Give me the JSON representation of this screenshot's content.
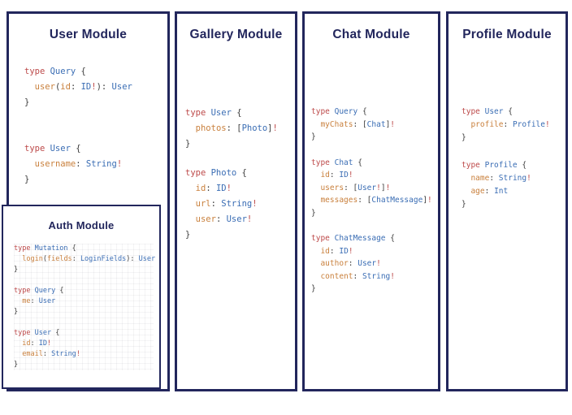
{
  "colors": {
    "frame_navy": "#22265c",
    "keyword_red": "#bd4a4a",
    "type_blue": "#3a6db4",
    "field_orange": "#c9803d",
    "punct_gray": "#3d3d3d",
    "background": "#ffffff"
  },
  "modules": [
    {
      "title": "User Module",
      "blocks": [
        [
          [
            [
              "k",
              "type "
            ],
            [
              "t",
              "Query "
            ],
            [
              "p",
              "{"
            ]
          ],
          [
            [
              "p",
              "  "
            ],
            [
              "f",
              "user"
            ],
            [
              "p",
              "("
            ],
            [
              "f",
              "id"
            ],
            [
              "p",
              ": "
            ],
            [
              "t",
              "ID"
            ],
            [
              "k",
              "!"
            ],
            [
              "p",
              "): "
            ],
            [
              "t",
              "User"
            ]
          ],
          [
            [
              "p",
              "}"
            ]
          ]
        ],
        [
          [
            [
              "k",
              "type "
            ],
            [
              "t",
              "User "
            ],
            [
              "p",
              "{"
            ]
          ],
          [
            [
              "p",
              "  "
            ],
            [
              "f",
              "username"
            ],
            [
              "p",
              ": "
            ],
            [
              "t",
              "String"
            ],
            [
              "k",
              "!"
            ]
          ],
          [
            [
              "p",
              "}"
            ]
          ]
        ]
      ]
    },
    {
      "title": "Gallery Module",
      "blocks": [
        [
          [
            [
              "k",
              "type "
            ],
            [
              "t",
              "User "
            ],
            [
              "p",
              "{"
            ]
          ],
          [
            [
              "p",
              "  "
            ],
            [
              "f",
              "photos"
            ],
            [
              "p",
              ": ["
            ],
            [
              "t",
              "Photo"
            ],
            [
              "p",
              "]"
            ],
            [
              "k",
              "!"
            ]
          ],
          [
            [
              "p",
              "}"
            ]
          ]
        ],
        [
          [
            [
              "k",
              "type "
            ],
            [
              "t",
              "Photo "
            ],
            [
              "p",
              "{"
            ]
          ],
          [
            [
              "p",
              "  "
            ],
            [
              "f",
              "id"
            ],
            [
              "p",
              ": "
            ],
            [
              "t",
              "ID"
            ],
            [
              "k",
              "!"
            ]
          ],
          [
            [
              "p",
              "  "
            ],
            [
              "f",
              "url"
            ],
            [
              "p",
              ": "
            ],
            [
              "t",
              "String"
            ],
            [
              "k",
              "!"
            ]
          ],
          [
            [
              "p",
              "  "
            ],
            [
              "f",
              "user"
            ],
            [
              "p",
              ": "
            ],
            [
              "t",
              "User"
            ],
            [
              "k",
              "!"
            ]
          ],
          [
            [
              "p",
              "}"
            ]
          ]
        ]
      ]
    },
    {
      "title": "Chat Module",
      "blocks": [
        [
          [
            [
              "k",
              "type "
            ],
            [
              "t",
              "Query "
            ],
            [
              "p",
              "{"
            ]
          ],
          [
            [
              "p",
              "  "
            ],
            [
              "f",
              "myChats"
            ],
            [
              "p",
              ": ["
            ],
            [
              "t",
              "Chat"
            ],
            [
              "p",
              "]"
            ],
            [
              "k",
              "!"
            ]
          ],
          [
            [
              "p",
              "}"
            ]
          ]
        ],
        [
          [
            [
              "k",
              "type "
            ],
            [
              "t",
              "Chat "
            ],
            [
              "p",
              "{"
            ]
          ],
          [
            [
              "p",
              "  "
            ],
            [
              "f",
              "id"
            ],
            [
              "p",
              ": "
            ],
            [
              "t",
              "ID"
            ],
            [
              "k",
              "!"
            ]
          ],
          [
            [
              "p",
              "  "
            ],
            [
              "f",
              "users"
            ],
            [
              "p",
              ": ["
            ],
            [
              "t",
              "User"
            ],
            [
              "k",
              "!"
            ],
            [
              "p",
              "]"
            ],
            [
              "k",
              "!"
            ]
          ],
          [
            [
              "p",
              "  "
            ],
            [
              "f",
              "messages"
            ],
            [
              "p",
              ": ["
            ],
            [
              "t",
              "ChatMessage"
            ],
            [
              "p",
              "]"
            ],
            [
              "k",
              "!"
            ]
          ],
          [
            [
              "p",
              "}"
            ]
          ]
        ],
        [
          [
            [
              "k",
              "type "
            ],
            [
              "t",
              "ChatMessage "
            ],
            [
              "p",
              "{"
            ]
          ],
          [
            [
              "p",
              "  "
            ],
            [
              "f",
              "id"
            ],
            [
              "p",
              ": "
            ],
            [
              "t",
              "ID"
            ],
            [
              "k",
              "!"
            ]
          ],
          [
            [
              "p",
              "  "
            ],
            [
              "f",
              "author"
            ],
            [
              "p",
              ": "
            ],
            [
              "t",
              "User"
            ],
            [
              "k",
              "!"
            ]
          ],
          [
            [
              "p",
              "  "
            ],
            [
              "f",
              "content"
            ],
            [
              "p",
              ": "
            ],
            [
              "t",
              "String"
            ],
            [
              "k",
              "!"
            ]
          ],
          [
            [
              "p",
              "}"
            ]
          ]
        ]
      ]
    },
    {
      "title": "Profile Module",
      "blocks": [
        [
          [
            [
              "k",
              "type "
            ],
            [
              "t",
              "User "
            ],
            [
              "p",
              "{"
            ]
          ],
          [
            [
              "p",
              "  "
            ],
            [
              "f",
              "profile"
            ],
            [
              "p",
              ": "
            ],
            [
              "t",
              "Profile"
            ],
            [
              "k",
              "!"
            ]
          ],
          [
            [
              "p",
              "}"
            ]
          ]
        ],
        [
          [
            [
              "k",
              "type "
            ],
            [
              "t",
              "Profile "
            ],
            [
              "p",
              "{"
            ]
          ],
          [
            [
              "p",
              "  "
            ],
            [
              "f",
              "name"
            ],
            [
              "p",
              ": "
            ],
            [
              "t",
              "String"
            ],
            [
              "k",
              "!"
            ]
          ],
          [
            [
              "p",
              "  "
            ],
            [
              "f",
              "age"
            ],
            [
              "p",
              ": "
            ],
            [
              "t",
              "Int"
            ]
          ],
          [
            [
              "p",
              "}"
            ]
          ]
        ]
      ]
    }
  ],
  "auth": {
    "title": "Auth Module",
    "blocks": [
      [
        [
          [
            "k",
            "type "
          ],
          [
            "t",
            "Mutation "
          ],
          [
            "p",
            "{"
          ]
        ],
        [
          [
            "p",
            "  "
          ],
          [
            "f",
            "login"
          ],
          [
            "p",
            "("
          ],
          [
            "f",
            "fields"
          ],
          [
            "p",
            ": "
          ],
          [
            "t",
            "LoginFields"
          ],
          [
            "p",
            "): "
          ],
          [
            "t",
            "User"
          ]
        ],
        [
          [
            "p",
            "}"
          ]
        ]
      ],
      [
        [
          [
            "k",
            "type "
          ],
          [
            "t",
            "Query "
          ],
          [
            "p",
            "{"
          ]
        ],
        [
          [
            "p",
            "  "
          ],
          [
            "f",
            "me"
          ],
          [
            "p",
            ": "
          ],
          [
            "t",
            "User"
          ]
        ],
        [
          [
            "p",
            "}"
          ]
        ]
      ],
      [
        [
          [
            "k",
            "type "
          ],
          [
            "t",
            "User "
          ],
          [
            "p",
            "{"
          ]
        ],
        [
          [
            "p",
            "  "
          ],
          [
            "f",
            "id"
          ],
          [
            "p",
            ": "
          ],
          [
            "t",
            "ID"
          ],
          [
            "k",
            "!"
          ]
        ],
        [
          [
            "p",
            "  "
          ],
          [
            "f",
            "email"
          ],
          [
            "p",
            ": "
          ],
          [
            "t",
            "String"
          ],
          [
            "k",
            "!"
          ]
        ],
        [
          [
            "p",
            "}"
          ]
        ]
      ]
    ]
  }
}
